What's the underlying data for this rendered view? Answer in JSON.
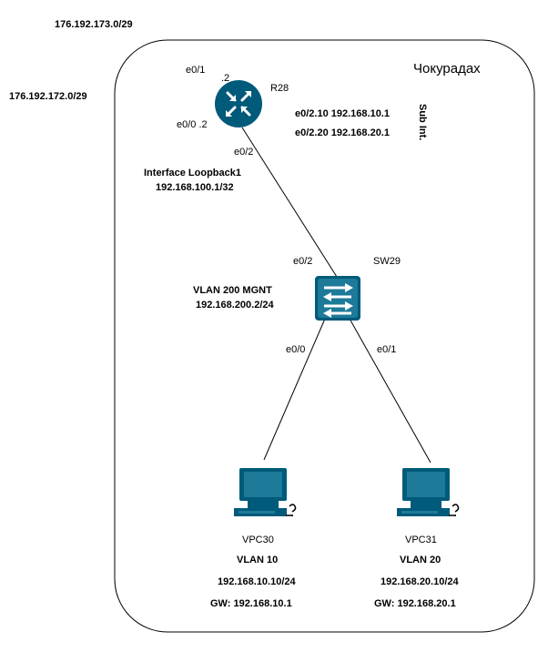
{
  "external": {
    "net_top": "176.192.173.0/29",
    "net_left": "176.192.172.0/29"
  },
  "site": {
    "name": "Чокурадах"
  },
  "router": {
    "name": "R28",
    "icon": "router-icon",
    "e01_label": "e0/1",
    "e01_ip": ".2",
    "e00_label": "e0/0 .2",
    "e02_label": "e0/2",
    "sub_if_1": "e0/2.10 192.168.10.1",
    "sub_if_2": "e0/2.20 192.168.20.1",
    "sub_int_label": "Sub Int.",
    "loopback_name": "Interface Loopback1",
    "loopback_ip": "192.168.100.1/32"
  },
  "switch": {
    "name": "SW29",
    "icon": "switch-icon",
    "uplink_label": "e0/2",
    "port_left": "e0/0",
    "port_right": "e0/1",
    "mgmt_vlan": "VLAN 200  MGNT",
    "mgmt_ip": "192.168.200.2/24"
  },
  "hosts": [
    {
      "name": "VPC30",
      "vlan": "VLAN 10",
      "ip": "192.168.10.10/24",
      "gw": "GW: 192.168.10.1"
    },
    {
      "name": "VPC31",
      "vlan": "VLAN 20",
      "ip": "192.168.20.10/24",
      "gw": "GW: 192.168.20.1"
    }
  ],
  "colors": {
    "device": "#005a7a",
    "device_light": "#1d7a99",
    "line": "#000000"
  }
}
